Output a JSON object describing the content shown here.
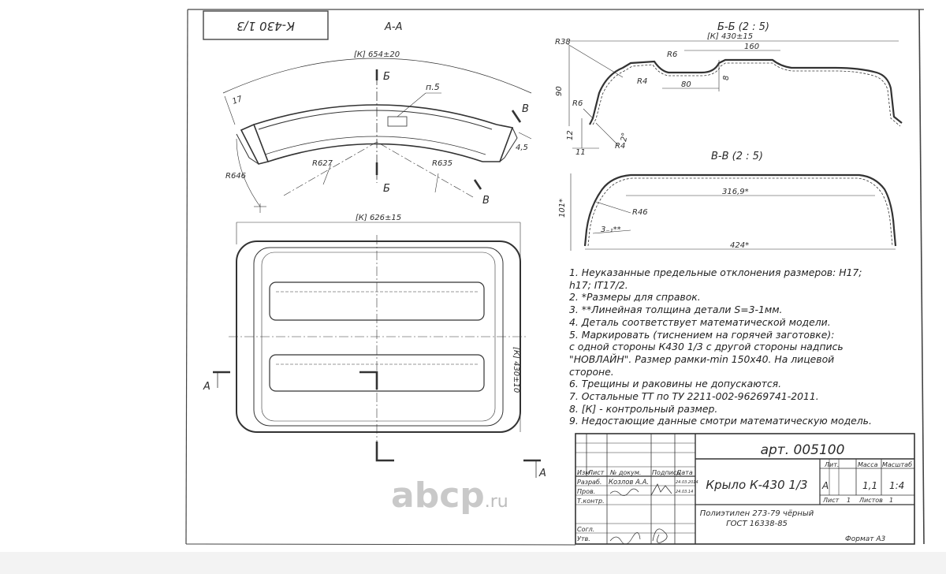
{
  "stamp_tl": "К-430 1/3",
  "views": {
    "aa": {
      "title": "А-А",
      "dim_top": "[К] 654±20",
      "dim_17": "17",
      "dim_45": "4,5",
      "pos": "п.5",
      "r627": "R627",
      "r635": "R635",
      "r646": "R646",
      "sec_b": "Б",
      "sec_v": "В"
    },
    "bb": {
      "title": "Б-Б (2 : 5)",
      "dim_top": "[К] 430±15",
      "dim_160": "160",
      "dim_80": "80",
      "dim_90": "90",
      "dim_8": "8",
      "dim_12": "12",
      "dim_11": "11",
      "dim_2": "2°",
      "r38": "R38",
      "r6a": "R6",
      "r4a": "R4",
      "r6b": "R6",
      "r4b": "R4"
    },
    "vv": {
      "title": "В-В (2 : 5)",
      "dim_3169": "316,9*",
      "dim_101": "101*",
      "dim_424": "424*",
      "r46": "R46",
      "dim_thk": "3₋₁**"
    },
    "plan": {
      "dim_top": "[К] 626±15",
      "dim_side": "[К] 430±10",
      "sec_a": "А"
    }
  },
  "notes": [
    "1.  Неуказанные предельные отклонения размеров: Н17;",
    "h17; IT17/2.",
    "2. *Размеры для справок.",
    "3. **Линейная толщина детали S=3-1мм.",
    "4. Деталь соответствует математической модели.",
    "5. Маркировать (тиснением на горячей заготовке):",
    "с одной стороны К430 1/3 с другой стороны надпись",
    "\"НОВЛАЙН\". Размер рамки-min 150х40. На лицевой",
    "стороне.",
    "6. Трещины и раковины не допускаются.",
    "7. Остальные ТТ по ТУ 2211-002-96269741-2011.",
    "8. [К] - контрольный размер.",
    "9. Недостающие данные смотри математическую модель."
  ],
  "title_block": {
    "art": "арт.  005100",
    "name": "Крыло К-430 1/3",
    "col_headers": [
      "Изм",
      "Лист",
      "№ докум.",
      "Подпись",
      "Дата"
    ],
    "rows": [
      {
        "role": "Разраб.",
        "person": "Козлов А.А.",
        "date": "24.03.2014"
      },
      {
        "role": "Пров.",
        "person": "",
        "date": "24.03.14"
      },
      {
        "role": "Т.контр.",
        "person": "",
        "date": ""
      },
      {
        "role": "Согл.",
        "person": "",
        "date": ""
      },
      {
        "role": "Утв.",
        "person": "",
        "date": ""
      }
    ],
    "lit_label": "Лит.",
    "lit_value": "А",
    "mass_label": "Масса",
    "mass_value": "1,1",
    "scale_label": "Масштаб",
    "scale_value": "1:4",
    "sheet_label": "Лист",
    "sheet_value": "1",
    "sheets_label": "Листов",
    "sheets_value": "1",
    "material_1": "Полиэтилен 273-79 чёрный",
    "material_2": "ГОСТ 16338-85",
    "format": "Формат  А3"
  },
  "watermark": {
    "brand": "abcp",
    "tld": ".ru"
  }
}
